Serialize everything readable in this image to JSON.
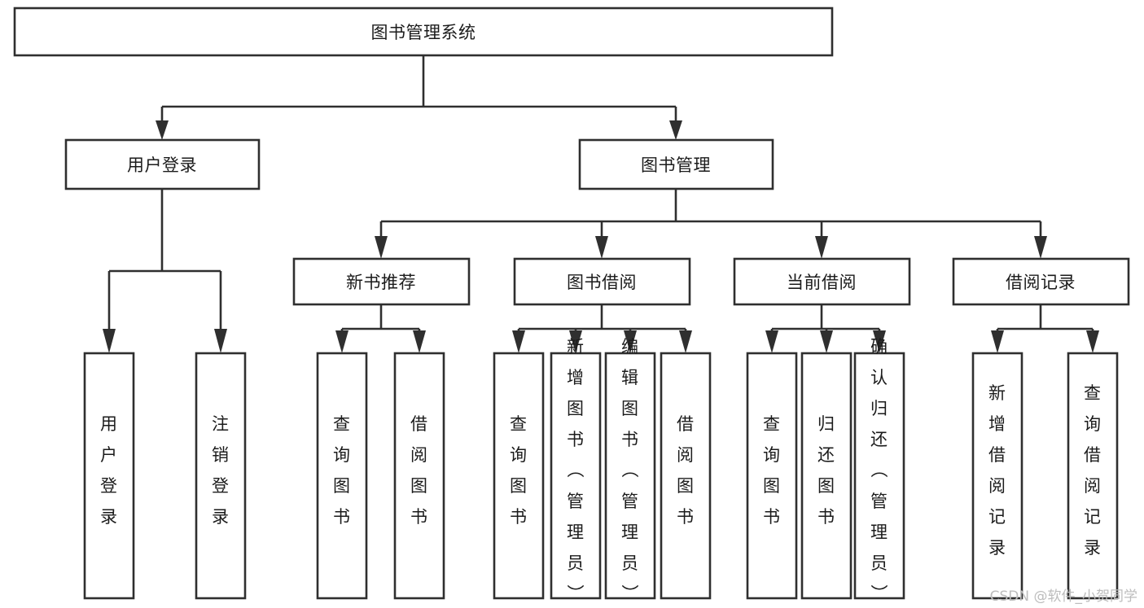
{
  "diagram": {
    "title": "图书管理系统",
    "type": "tree-hierarchy-chart",
    "orientation": "top-down",
    "colors": {
      "box_fill": "#ffffff",
      "box_stroke": "#2f2f2f",
      "text": "#1b1b1b",
      "background": "#ffffff",
      "watermark": "#bdbdbd"
    },
    "root": {
      "id": "root",
      "label": "图书管理系统"
    },
    "level2": [
      {
        "id": "user-login",
        "label": "用户登录"
      },
      {
        "id": "book-management",
        "label": "图书管理"
      }
    ],
    "level3": [
      {
        "id": "new-book-recommend",
        "label": "新书推荐",
        "parent": "book-management"
      },
      {
        "id": "book-borrow",
        "label": "图书借阅",
        "parent": "book-management"
      },
      {
        "id": "current-borrow",
        "label": "当前借阅",
        "parent": "book-management"
      },
      {
        "id": "borrow-record",
        "label": "借阅记录",
        "parent": "book-management"
      }
    ],
    "leaves": {
      "user-login": [
        {
          "id": "leaf-user-login",
          "label": "用户登录"
        },
        {
          "id": "leaf-user-logout",
          "label": "注销登录"
        }
      ],
      "new-book-recommend": [
        {
          "id": "leaf-query-book-1",
          "label": "查询图书"
        },
        {
          "id": "leaf-borrow-book-1",
          "label": "借阅图书"
        }
      ],
      "book-borrow": [
        {
          "id": "leaf-query-book-2",
          "label": "查询图书"
        },
        {
          "id": "leaf-add-book",
          "label": "新增图书（管理员）"
        },
        {
          "id": "leaf-edit-book",
          "label": "编辑图书（管理员）"
        },
        {
          "id": "leaf-borrow-book-2",
          "label": "借阅图书"
        }
      ],
      "current-borrow": [
        {
          "id": "leaf-query-book-3",
          "label": "查询图书"
        },
        {
          "id": "leaf-return-book",
          "label": "归还图书"
        },
        {
          "id": "leaf-confirm-return",
          "label": "确认归还（管理员）"
        }
      ],
      "borrow-record": [
        {
          "id": "leaf-add-record",
          "label": "新增借阅记录"
        },
        {
          "id": "leaf-query-record",
          "label": "查询借阅记录"
        }
      ]
    }
  },
  "watermark": {
    "text": "CSDN @软件_小贺同学"
  }
}
